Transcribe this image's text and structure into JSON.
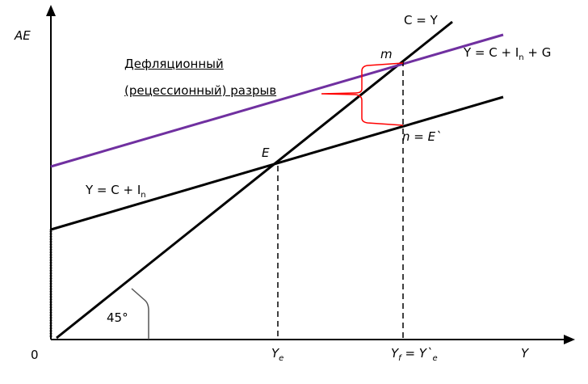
{
  "labels": {
    "y_axis": "AE",
    "x_axis": "Y",
    "origin": "0",
    "line_45": "C = Y",
    "point_m": "m",
    "line_g": "Y = C + I",
    "line_g_sub": "n",
    "line_g_tail": " + G",
    "gap_line1": "Дефляционный",
    "gap_line2": "(рецессионный) разрыв",
    "point_e": "E",
    "point_n": "n = E`",
    "line_ci": "Y = C + I",
    "line_ci_sub": "n",
    "angle": "45°",
    "ye": "Y",
    "ye_sub": "e",
    "yf": "Y",
    "yf_sub": "f",
    "yf_tail": " = Y`",
    "yf_tail_sub": "e"
  },
  "colors": {
    "axis": "#000000",
    "g_line": "#7030a0",
    "gap_brace": "#ff0000"
  }
}
